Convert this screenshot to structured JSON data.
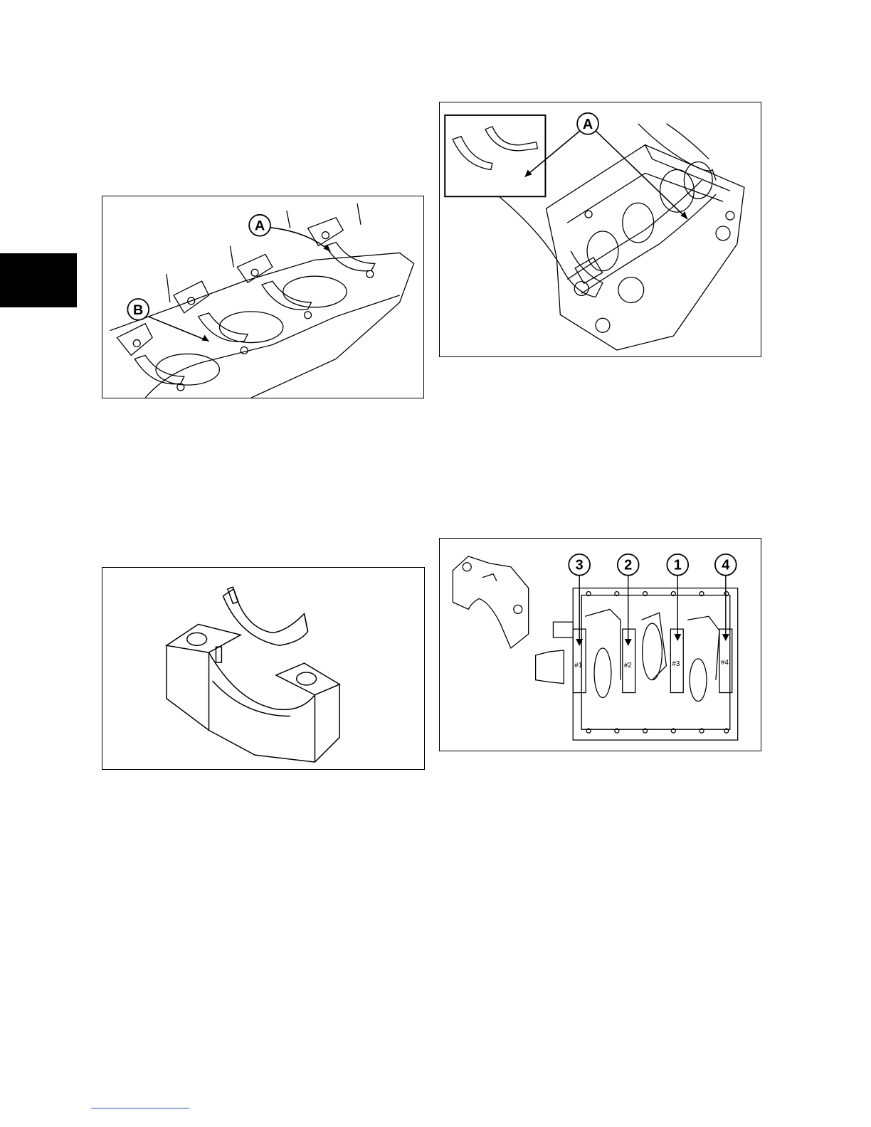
{
  "figures": {
    "bearing_shells_in_block": {
      "callouts": [
        "A",
        "B"
      ]
    },
    "crankshaft_installation": {
      "callouts": [
        "A"
      ]
    },
    "bearing_cap_shell": {},
    "cap_order": {
      "callouts": [
        "3",
        "2",
        "1",
        "4"
      ],
      "cap_labels": [
        "#1",
        "#2",
        "#3",
        "#4"
      ]
    }
  },
  "colors": {
    "ink": "#000000",
    "page": "#ffffff",
    "tab": "#000000"
  }
}
